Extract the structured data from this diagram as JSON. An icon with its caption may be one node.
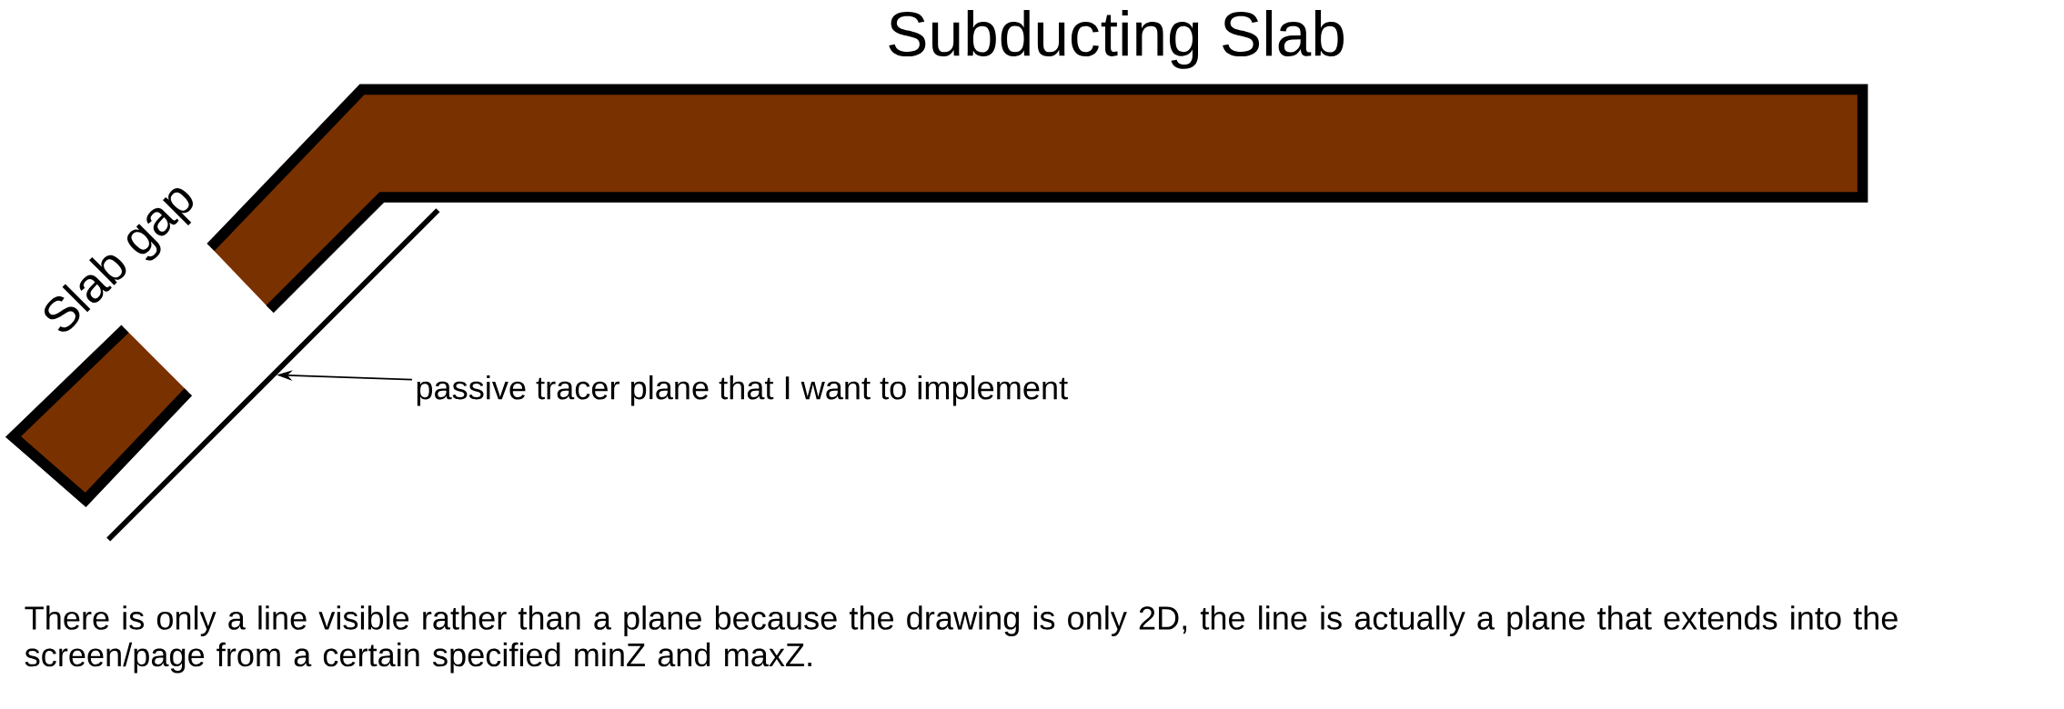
{
  "diagram": {
    "caption": "There is only a line visible rather than a plane because the drawing is only 2D, the line is actually a plane that extends into the screen/page from a certain specified minZ and maxZ.",
    "nodes": [
      {
        "text": [
          "passive tracer plane that I want to implement"
        ]
      },
      {
        "text": [],
        "shape": "line"
      }
    ],
    "edges": [
      {
        "from": 0,
        "to": 1,
        "arrow": "to"
      }
    ],
    "labels": [
      "Subducting Slab",
      "Slab gap"
    ]
  }
}
